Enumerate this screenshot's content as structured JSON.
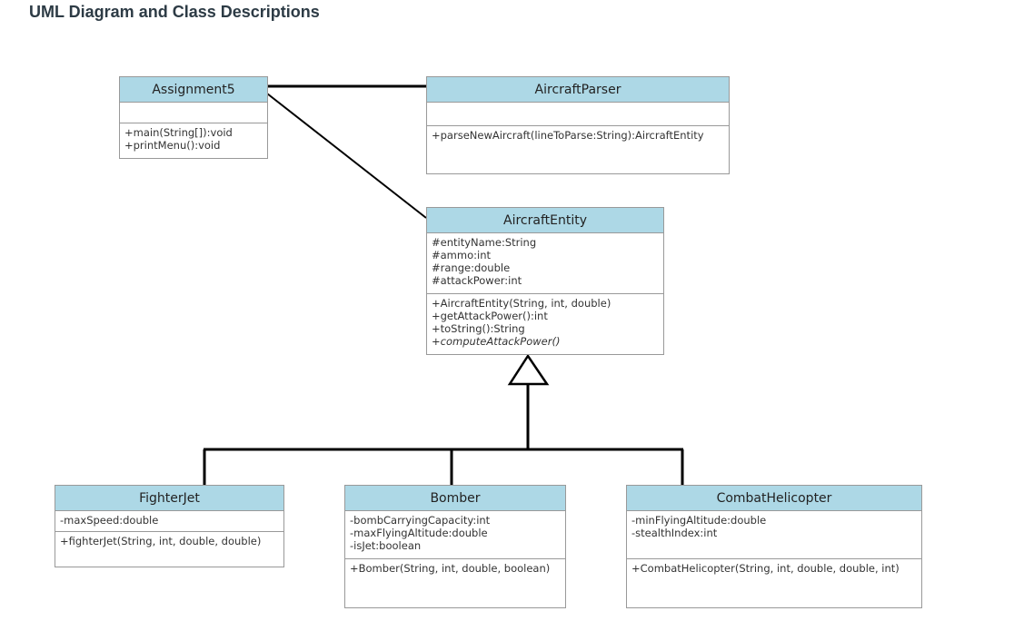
{
  "title": "UML Diagram and Class Descriptions",
  "classes": {
    "assignment5": {
      "name": "Assignment5",
      "attributes": [],
      "methods": [
        "+main(String[]):void",
        "+printMenu():void"
      ]
    },
    "parser": {
      "name": "AircraftParser",
      "attributes": [],
      "methods": [
        "+parseNewAircraft(lineToParse:String):AircraftEntity"
      ]
    },
    "entity": {
      "name": "AircraftEntity",
      "attributes": [
        "#entityName:String",
        "#ammo:int",
        "#range:double",
        "#attackPower:int"
      ],
      "methods": [
        "+AircraftEntity(String, int, double)",
        "+getAttackPower():int",
        "+toString():String",
        "+computeAttackPower()"
      ]
    },
    "fighter": {
      "name": "FighterJet",
      "attributes": [
        "-maxSpeed:double"
      ],
      "methods": [
        "+fighterJet(String, int, double, double)"
      ]
    },
    "bomber": {
      "name": "Bomber",
      "attributes": [
        "-bombCarryingCapacity:int",
        "-maxFlyingAltitude:double",
        "-isJet:boolean"
      ],
      "methods": [
        "+Bomber(String, int, double, boolean)"
      ]
    },
    "heli": {
      "name": "CombatHelicopter",
      "attributes": [
        "-minFlyingAltitude:double",
        "-stealthIndex:int"
      ],
      "methods": [
        "+CombatHelicopter(String, int, double, double, int)"
      ]
    }
  }
}
